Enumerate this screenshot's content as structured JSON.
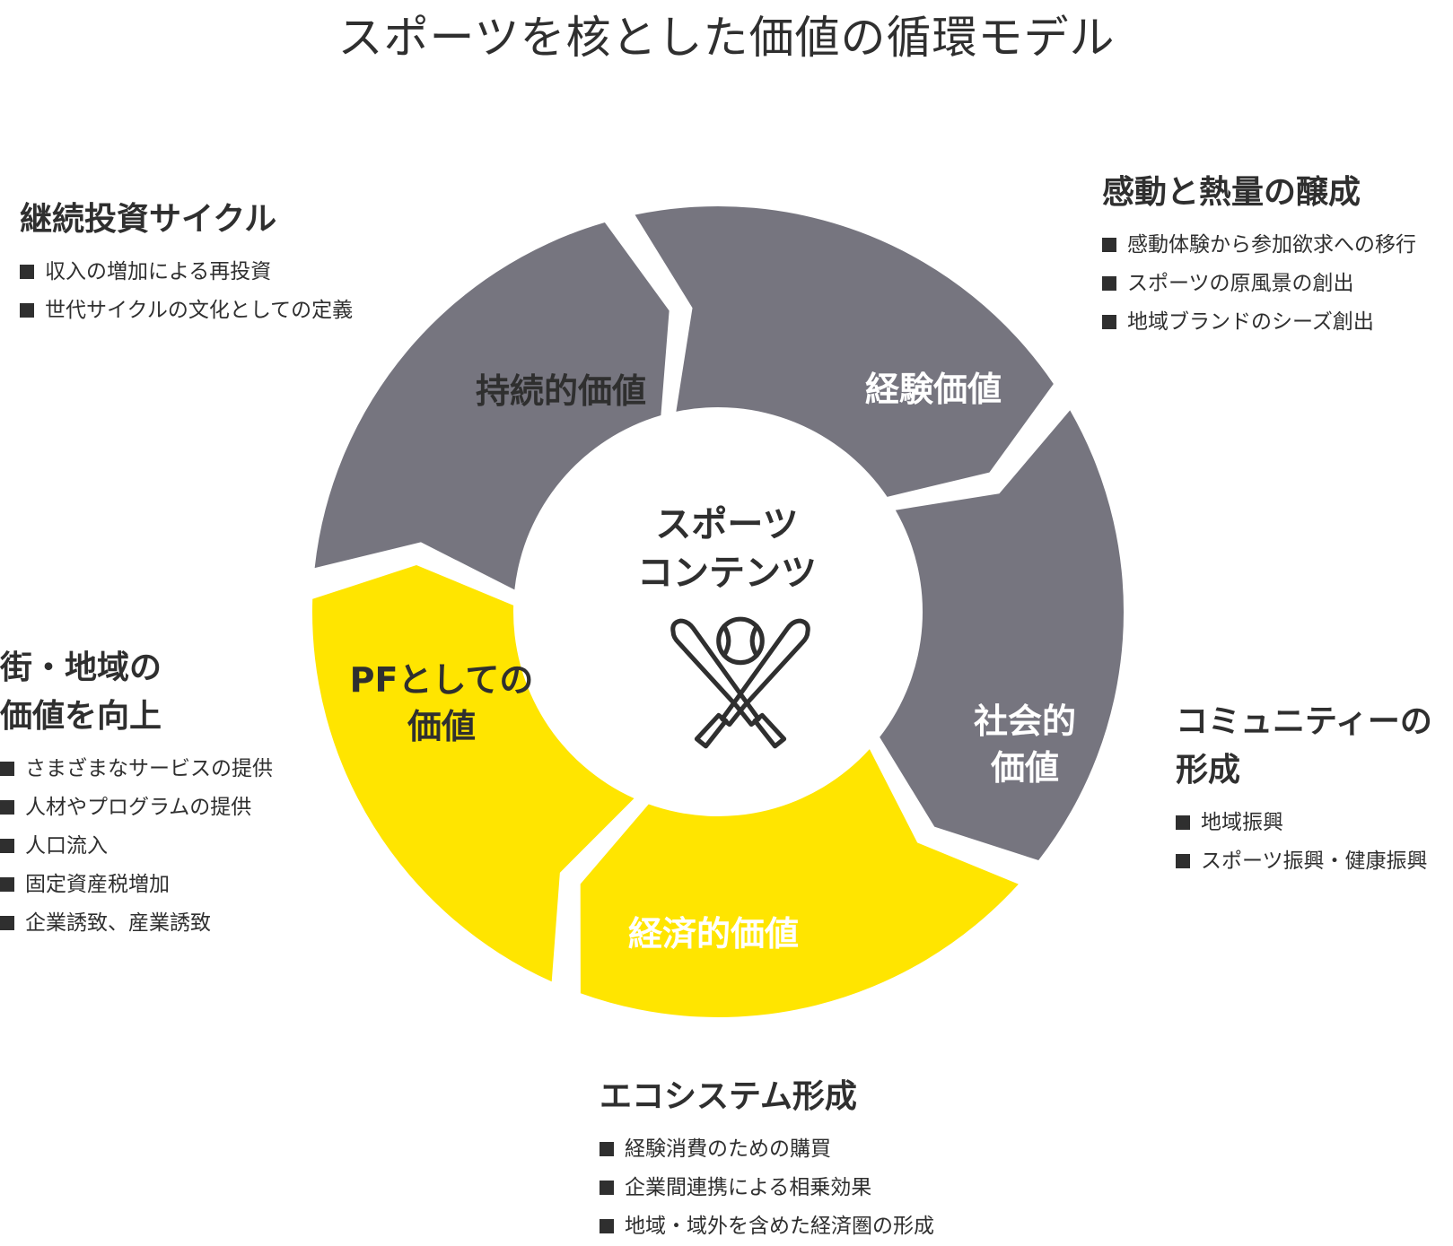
{
  "title": "スポーツを核とした価値の循環モデル",
  "colors": {
    "yellow": "#FFE500",
    "gray": "#76757F",
    "text": "#2F2F2F",
    "background": "#FFFFFF"
  },
  "center": {
    "label": "スポーツ\nコンテンツ",
    "icon": "baseball-bats-icon"
  },
  "segments": [
    {
      "id": "experience",
      "label": "経験価値",
      "color": "gray"
    },
    {
      "id": "social",
      "label": "社会的\n価値",
      "color": "gray"
    },
    {
      "id": "economic",
      "label": "経済的価値",
      "color": "gray"
    },
    {
      "id": "platform",
      "label": "PFとしての\n価値",
      "color": "yellow"
    },
    {
      "id": "sustainable",
      "label": "持続的価値",
      "color": "yellow"
    }
  ],
  "callouts": {
    "experience": {
      "heading": "感動と熱量の醸成",
      "items": [
        "感動体験から参加欲求への移行",
        "スポーツの原風景の創出",
        "地域ブランドのシーズ創出"
      ]
    },
    "social": {
      "heading": "コミュニティーの\n形成",
      "items": [
        "地域振興",
        "スポーツ振興・健康振興"
      ]
    },
    "economic": {
      "heading": "エコシステム形成",
      "items": [
        "経験消費のための購買",
        "企業間連携による相乗効果",
        "地域・域外を含めた経済圏の形成"
      ]
    },
    "platform": {
      "heading": "街・地域の\n価値を向上",
      "items": [
        "さまざまなサービスの提供",
        "人材やプログラムの提供",
        "人口流入",
        "固定資産税増加",
        "企業誘致、産業誘致"
      ]
    },
    "sustainable": {
      "heading": "継続投資サイクル",
      "items": [
        "収入の増加による再投資",
        "世代サイクルの文化としての定義"
      ]
    }
  }
}
